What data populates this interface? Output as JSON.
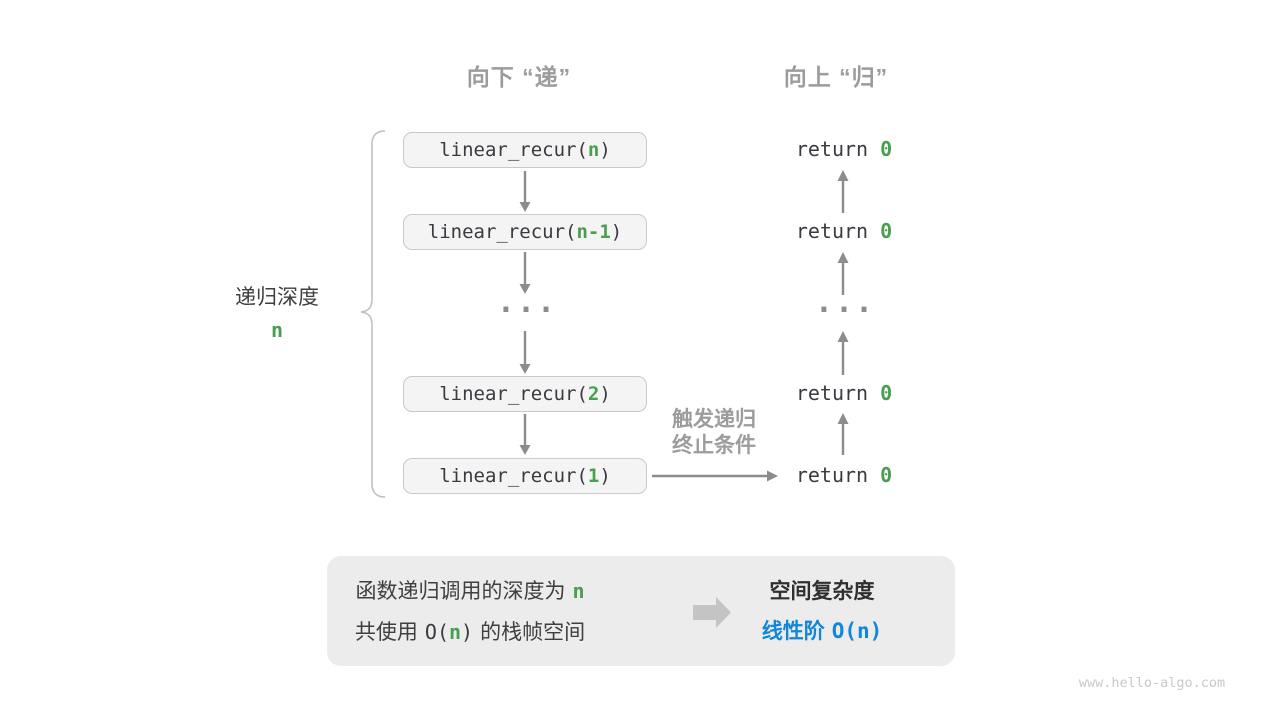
{
  "headers": {
    "descend": "向下 “递”",
    "ascend": "向上 “归”"
  },
  "depth_label": {
    "text": "递归深度",
    "value": "n"
  },
  "call_stack": [
    {
      "prefix": "linear_recur(",
      "arg": "n",
      "suffix": ")"
    },
    {
      "prefix": "linear_recur(",
      "arg": "n-1",
      "suffix": ")"
    },
    {
      "prefix": "linear_recur(",
      "arg": "2",
      "suffix": ")"
    },
    {
      "prefix": "linear_recur(",
      "arg": "1",
      "suffix": ")"
    }
  ],
  "ellipsis": "···",
  "return_statement": {
    "keyword": "return ",
    "value": "0"
  },
  "base_case_label": {
    "line1": "触发递归",
    "line2": "终止条件"
  },
  "summary": {
    "line1_prefix": "函数递归调用的深度为",
    "line1_value": "n",
    "line2_prefix": "共使用",
    "line2_open": "O(",
    "line2_value": "n",
    "line2_close": ")",
    "line2_suffix": "的栈帧空间",
    "result_title": "空间复杂度",
    "result_label": "线性阶",
    "result_value": "O(n)"
  },
  "watermark": "www.hello-algo.com",
  "colors": {
    "green": "#4A9E50",
    "blue": "#1287D8",
    "arrow_gray": "#8C8C8C",
    "label_gray": "#9C9C9C",
    "box_fill": "#F4F4F4",
    "box_border": "#C9C9C9",
    "summary_bg": "#ECECEC",
    "text_dark": "#3A3A40"
  }
}
